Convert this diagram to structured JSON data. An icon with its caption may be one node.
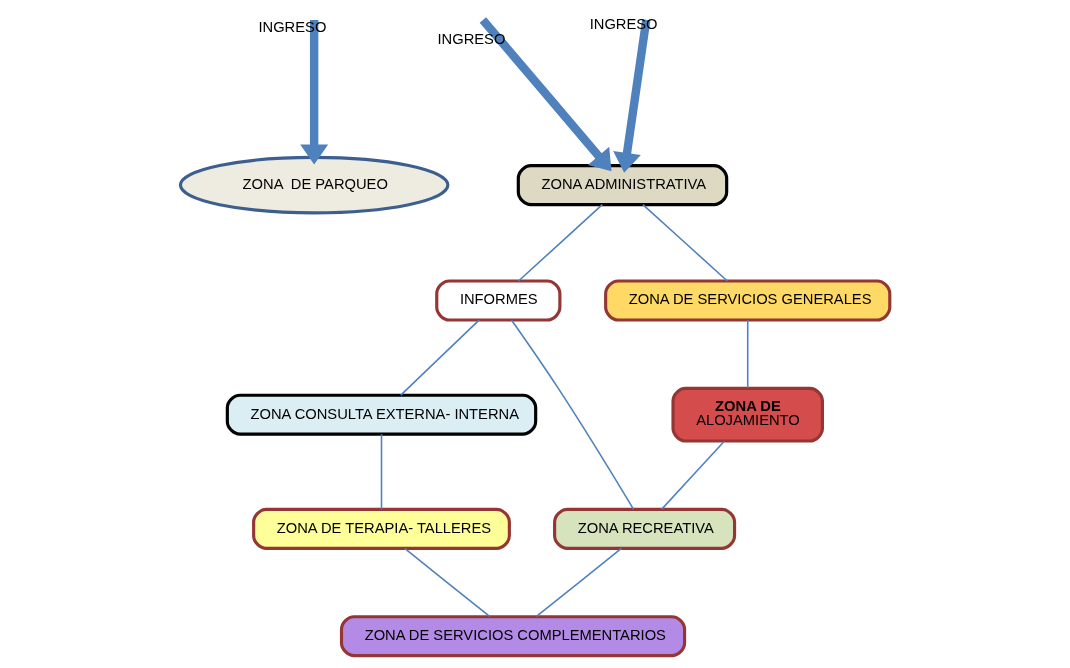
{
  "diagram": {
    "nodes": [
      {
        "text": [
          "ZONA  DE PARQUEO"
        ]
      },
      {
        "text": [
          "INFORMES"
        ]
      },
      {
        "text": [
          "ZONA ADMINISTRATIVA"
        ]
      },
      {
        "text": [
          "ZONA CONSULTA EXTERNA- INTERNA"
        ]
      },
      {
        "text": [
          "ZONA DE SERVICIOS GENERALES"
        ]
      },
      {
        "text": [
          "ZONA DE",
          "ALOJAMIENTO"
        ]
      },
      {
        "text": [
          "ZONA DE TERAPIA- TALLERES"
        ]
      },
      {
        "text": [
          "ZONA RECREATIVA"
        ]
      },
      {
        "text": [
          "ZONA DE SERVICIOS COMPLEMENTARIOS"
        ]
      }
    ],
    "edges": [
      {
        "from": null,
        "to": 2,
        "arrow": "to",
        "label": "INGRESO",
        "style": "thick"
      },
      {
        "from": null,
        "to": 2,
        "arrow": "to",
        "label": "INGRESO",
        "style": "thick"
      },
      {
        "from": null,
        "to": 0,
        "arrow": "to",
        "label": "INGRESO",
        "style": "thick"
      },
      {
        "from": 2,
        "to": 1,
        "arrow": "none"
      },
      {
        "from": 1,
        "to": 3,
        "arrow": "none"
      },
      {
        "from": 2,
        "to": 4,
        "arrow": "none"
      },
      {
        "from": 4,
        "to": 5,
        "arrow": "none"
      },
      {
        "from": 5,
        "to": 7,
        "arrow": "none"
      },
      {
        "from": 3,
        "to": 6,
        "arrow": "none"
      },
      {
        "from": 6,
        "to": 8,
        "arrow": "none"
      },
      {
        "from": 1,
        "to": 7,
        "arrow": "none"
      },
      {
        "from": 7,
        "to": 8,
        "arrow": "none"
      }
    ]
  }
}
